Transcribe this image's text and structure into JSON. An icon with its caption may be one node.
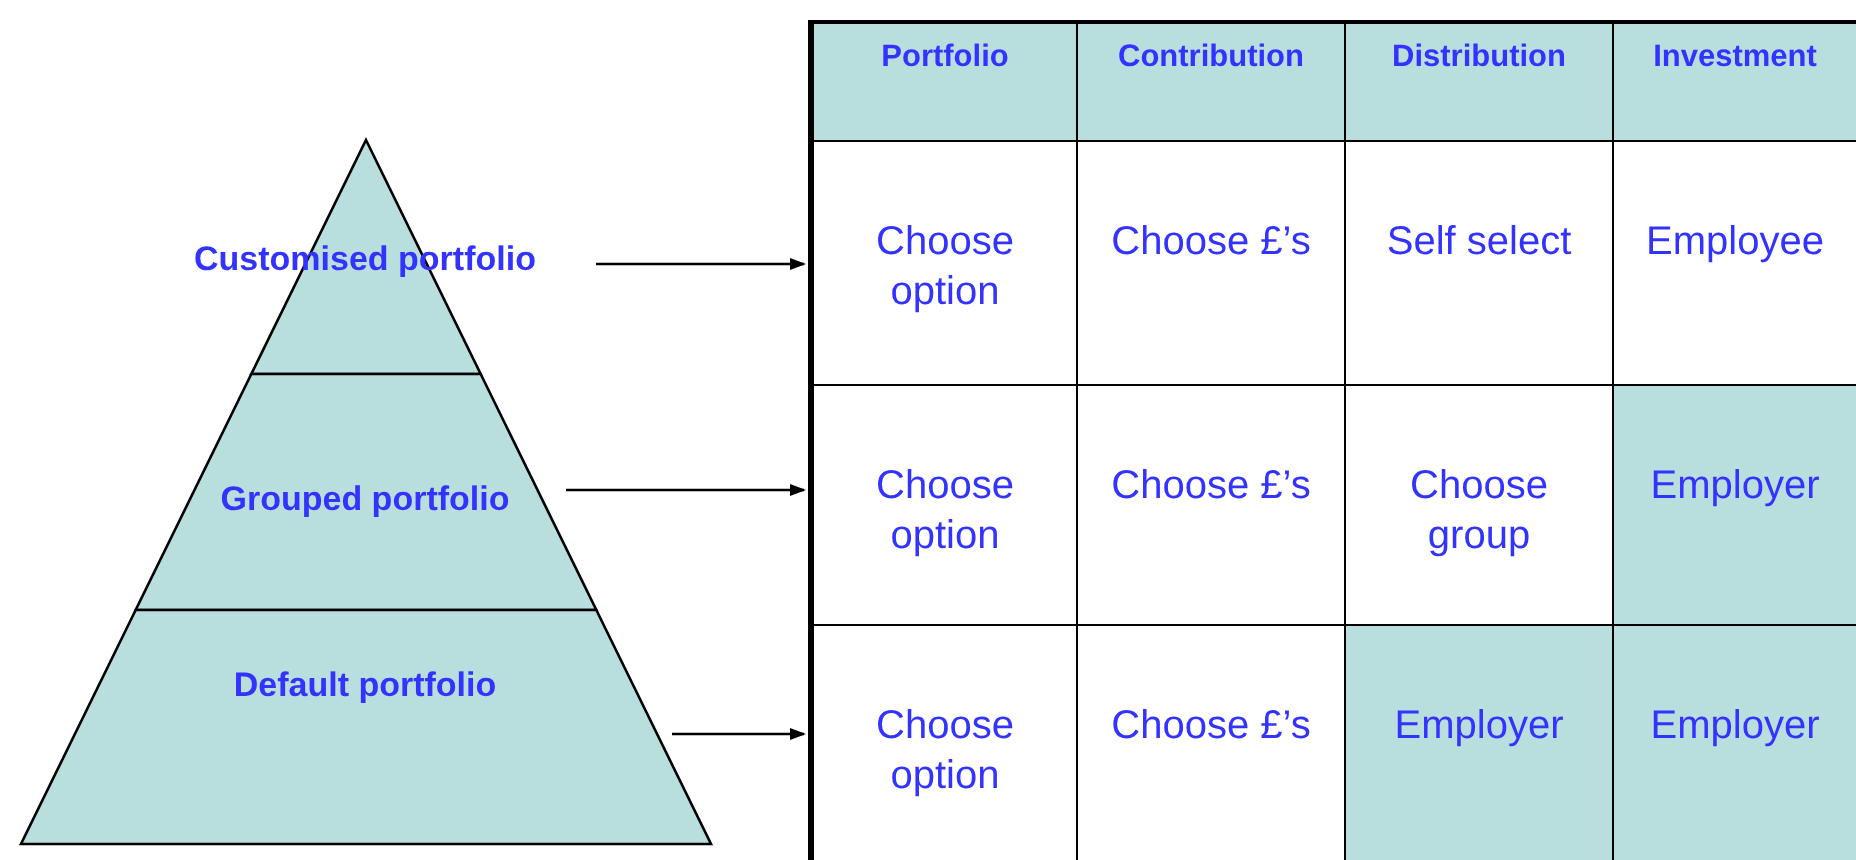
{
  "diagram": {
    "nodes": [
      {
        "text": [
          "Customised portfolio"
        ]
      },
      {
        "text": [
          "Grouped portfolio"
        ]
      },
      {
        "text": [
          "Default portfolio"
        ]
      },
      {
        "text": [
          "Choose option",
          "Choose £’s",
          "Self select",
          "Employee"
        ]
      },
      {
        "text": [
          "Choose option",
          "Choose £’s",
          "Choose group",
          "Employer"
        ]
      },
      {
        "text": [
          "Choose option",
          "Choose £’s",
          "Employer",
          "Employer"
        ]
      }
    ],
    "edges": [
      {
        "from": 0,
        "to": 3,
        "arrow": "to"
      },
      {
        "from": 1,
        "to": 4,
        "arrow": "to"
      },
      {
        "from": 2,
        "to": 5,
        "arrow": "to"
      }
    ],
    "labels": [
      "Portfolio",
      "Contribution",
      "Distribution",
      "Investment"
    ]
  }
}
